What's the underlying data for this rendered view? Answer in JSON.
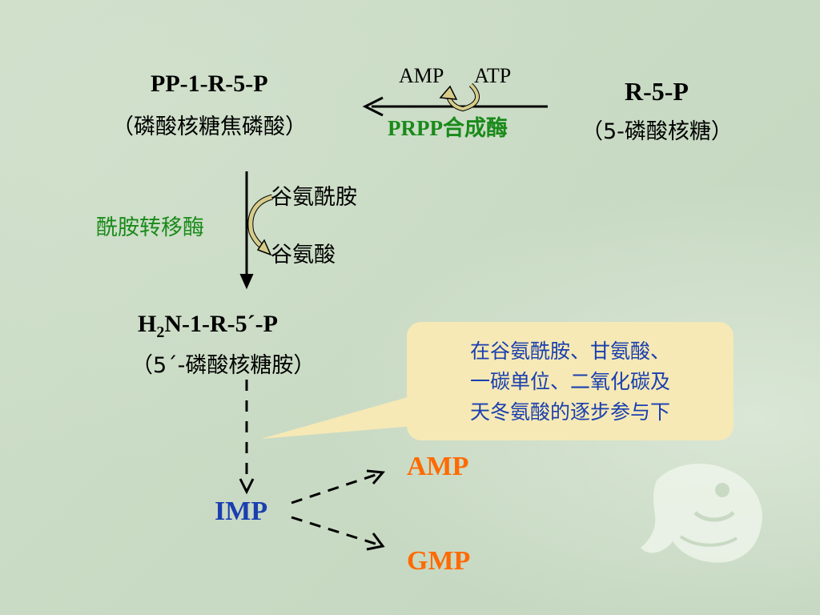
{
  "nodes": {
    "pp1r5p": {
      "formula": "PP-1-R-5-P",
      "name": "（磷酸核糖焦磷酸）"
    },
    "r5p": {
      "formula": "R-5-P",
      "name": "（5-磷酸核糖）"
    },
    "h2n": {
      "h": "H",
      "sub": "2",
      "rest": "N-1-R-5´-P",
      "name": "（5´-磷酸核糖胺）"
    },
    "imp": "IMP",
    "amp": "AMP",
    "gmp": "GMP"
  },
  "step1": {
    "cofactor_in": "AMP",
    "cofactor_out": "ATP",
    "enzyme": "PRPP合成酶"
  },
  "step2": {
    "substrate_in": "谷氨酰胺",
    "product_out": "谷氨酸",
    "enzyme": "酰胺转移酶"
  },
  "callout": {
    "text": "在谷氨酰胺、甘氨酸、\n一碳单位、二氧化碳及\n天冬氨酸的逐步参与下"
  },
  "colors": {
    "background": "#c8d9c3",
    "enzyme": "#1a8a1a",
    "product": "#ff6a00",
    "imp": "#1a3fb0",
    "callout_bg": "#f6e9b5",
    "callout_text": "#1a3fb0",
    "curved_arrow": "#d6cc8a"
  }
}
